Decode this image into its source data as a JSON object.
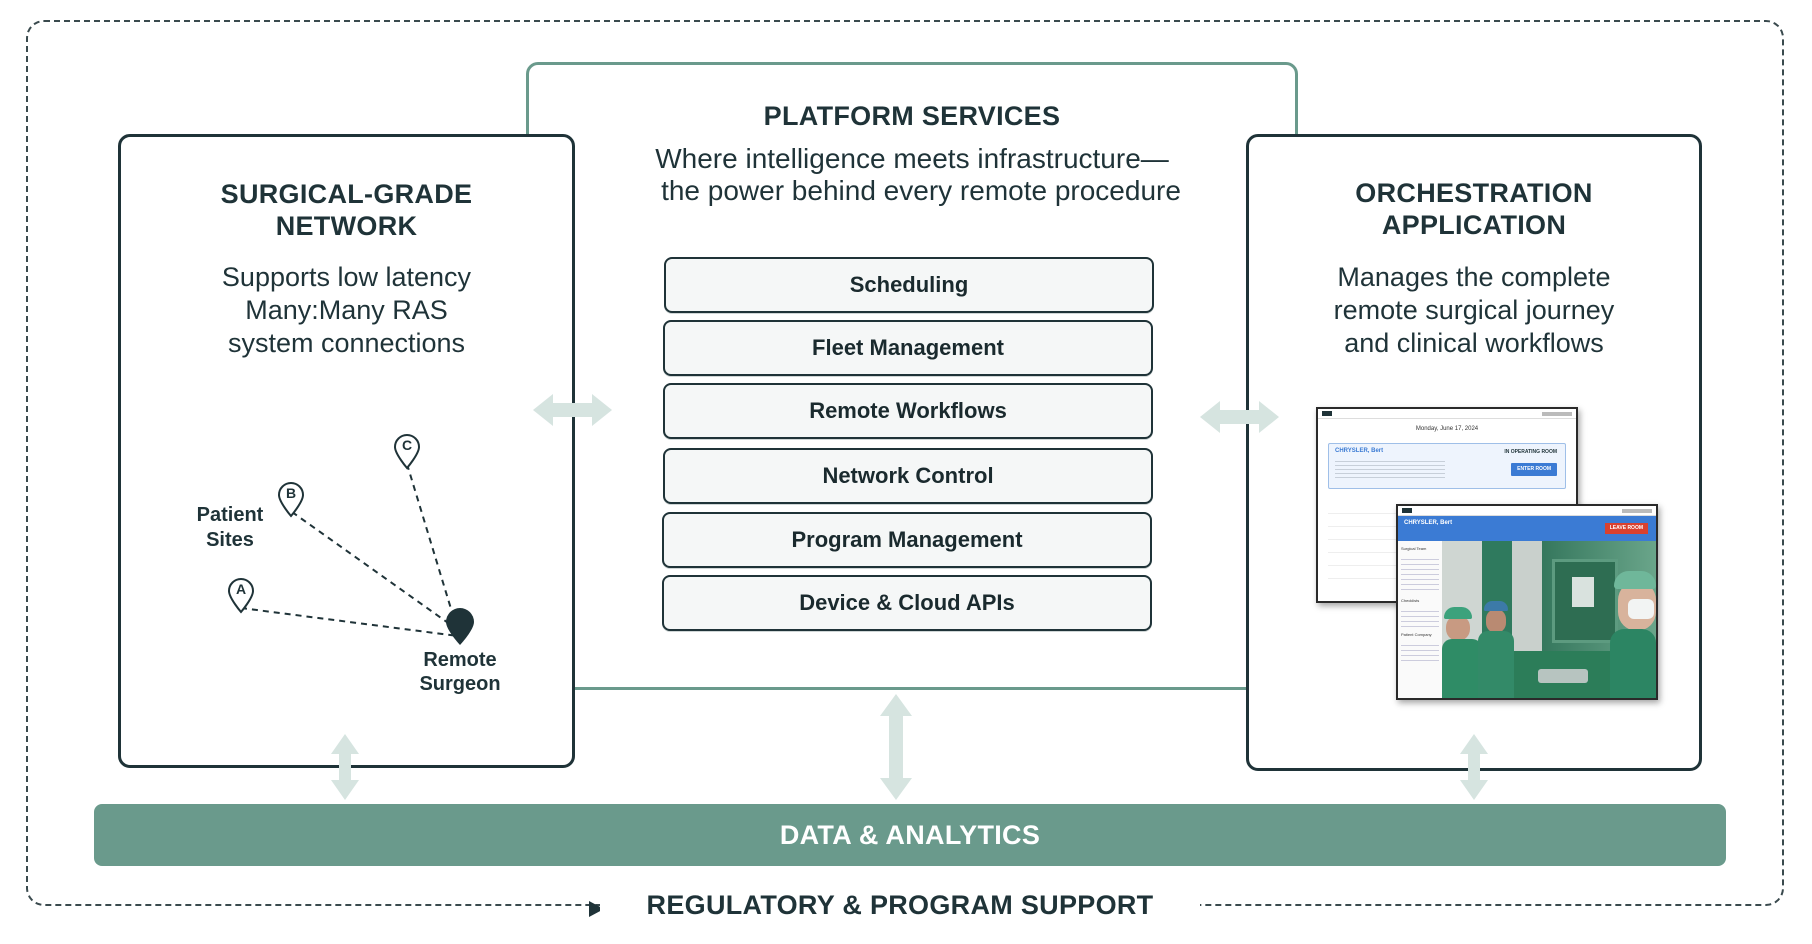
{
  "platform": {
    "title": "PLATFORM SERVICES",
    "subtitle_line1": "Where intelligence meets infrastructure—",
    "subtitle_line2": "the power behind every remote procedure",
    "services": [
      "Scheduling",
      "Fleet Management",
      "Remote Workflows",
      "Network Control",
      "Program Management",
      "Device & Cloud APIs"
    ]
  },
  "network": {
    "title_line1": "SURGICAL-GRADE",
    "title_line2": "NETWORK",
    "desc_line1": "Supports low latency",
    "desc_line2": "Many:Many RAS",
    "desc_line3": "system connections",
    "patient_sites_line1": "Patient",
    "patient_sites_line2": "Sites",
    "remote_surgeon_line1": "Remote",
    "remote_surgeon_line2": "Surgeon",
    "pins": [
      "A",
      "B",
      "C"
    ]
  },
  "orchestration": {
    "title_line1": "ORCHESTRATION",
    "title_line2": "APPLICATION",
    "desc_line1": "Manages the complete",
    "desc_line2": "remote surgical journey",
    "desc_line3": "and clinical workflows",
    "screen1": {
      "date": "Monday, June 17, 2024",
      "patient": "CHRYSLER, Bert",
      "status": "IN OPERATING ROOM",
      "button": "ENTER ROOM"
    },
    "screen2": {
      "patient": "CHRYSLER, Bert",
      "button": "LEAVE ROOM",
      "section1": "Surgical Team",
      "section2": "Checklists",
      "section3": "Patient Company"
    }
  },
  "data_bar": "DATA & ANALYTICS",
  "regulatory": "REGULATORY & PROGRAM SUPPORT",
  "colors": {
    "dark": "#1f3338",
    "accent": "#6a9a8c",
    "arrow": "#d6e4e0",
    "red": "#d9412f",
    "blue": "#3b7bd4"
  }
}
